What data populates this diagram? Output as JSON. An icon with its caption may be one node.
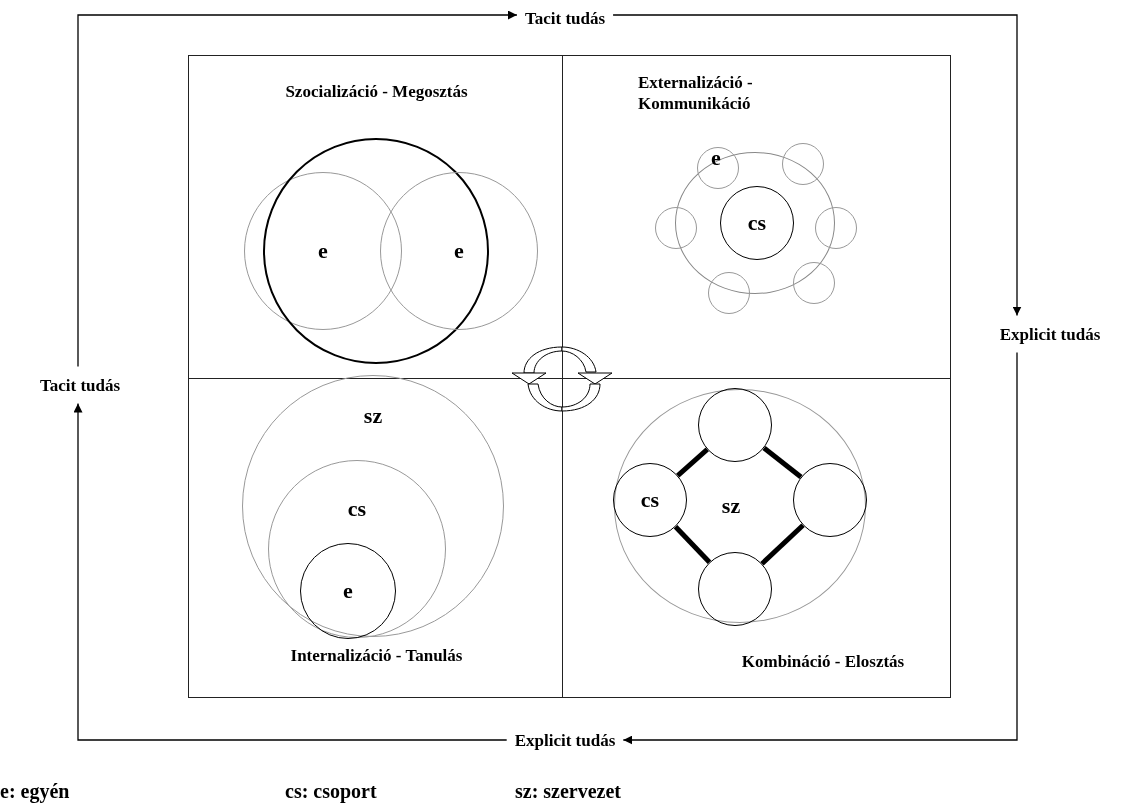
{
  "diagram": {
    "nodes": [
      {
        "text": [
          "Tacit tudás"
        ]
      },
      {
        "text": [
          "Explicit tudás"
        ]
      },
      {
        "text": [
          "Tacit tudás"
        ]
      },
      {
        "text": [
          "Explicit tudás"
        ]
      },
      {
        "text": [
          "Szocializáció - Megosztás"
        ]
      },
      {
        "text": [
          "e"
        ],
        "in": 4
      },
      {
        "text": [],
        "shape": "circle",
        "in": 4
      },
      {
        "text": [
          "e"
        ],
        "in": 4
      },
      {
        "text": [
          "Externalizáció - Kommunikáció"
        ]
      },
      {
        "text": [],
        "shape": "circle",
        "in": 8
      },
      {
        "text": [
          "cs"
        ],
        "in": 9
      },
      {
        "text": [
          "e"
        ],
        "in": 8
      },
      {
        "text": [],
        "shape": "circle",
        "in": 8
      },
      {
        "text": [],
        "shape": "circle",
        "in": 8
      },
      {
        "text": [],
        "shape": "circle",
        "in": 8
      },
      {
        "text": [],
        "shape": "circle",
        "in": 8
      },
      {
        "text": [],
        "shape": "circle",
        "in": 8
      },
      {
        "text": [
          "Internalizáció - Tanulás"
        ]
      },
      {
        "text": [
          "sz"
        ],
        "in": 17
      },
      {
        "text": [
          "cs"
        ],
        "in": 18
      },
      {
        "text": [
          "e"
        ],
        "in": 19
      },
      {
        "text": [
          "Kombináció - Elosztás"
        ]
      },
      {
        "text": [
          "sz"
        ],
        "in": 21
      },
      {
        "text": [],
        "shape": "circle",
        "in": 22
      },
      {
        "text": [
          "cs"
        ],
        "in": 22
      },
      {
        "text": [],
        "shape": "circle",
        "in": 22
      },
      {
        "text": [],
        "shape": "circle",
        "in": 22
      }
    ],
    "edges": [
      {
        "from": 2,
        "to": 0,
        "arrow": "to"
      },
      {
        "from": 0,
        "to": 1,
        "arrow": "to"
      },
      {
        "from": 1,
        "to": 3,
        "arrow": "to"
      },
      {
        "from": 3,
        "to": 2,
        "arrow": "to"
      },
      {
        "from": 24,
        "to": 23,
        "arrow": "none",
        "style": "thick"
      },
      {
        "from": 23,
        "to": 25,
        "arrow": "none",
        "style": "thick"
      },
      {
        "from": 24,
        "to": 26,
        "arrow": "none",
        "style": "thick"
      },
      {
        "from": 25,
        "to": 26,
        "arrow": "none",
        "style": "thick"
      }
    ],
    "labels": [
      "e: egyén",
      "cs: csoport",
      "sz: szervezet"
    ]
  }
}
